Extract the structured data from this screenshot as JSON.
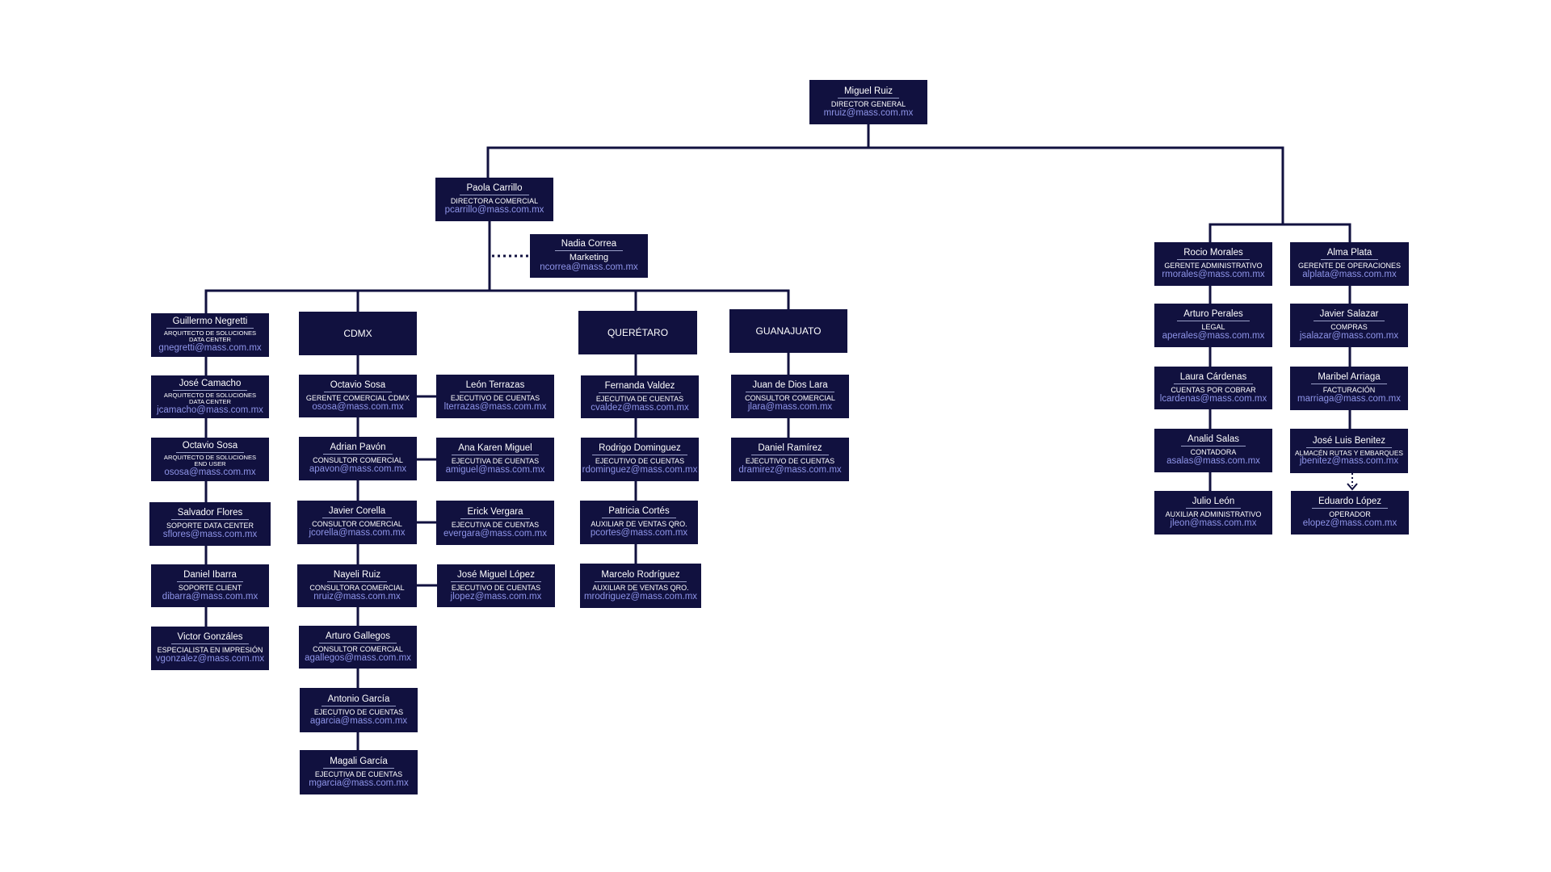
{
  "colors": {
    "box": "#11113f",
    "text": "#ffffff",
    "email": "#8e94e8",
    "line": "#11113f"
  },
  "nodes": [
    {
      "id": "root",
      "name": "Miguel Ruiz",
      "role": "DIRECTOR GENERAL",
      "email": "mruiz@mass.com.mx"
    },
    {
      "id": "carrillo",
      "name": "Paola Carrillo",
      "role": "DIRECTORA COMERCIAL",
      "email": "pcarrillo@mass.com.mx"
    },
    {
      "id": "correa",
      "name": "Nadia Correa",
      "role": "Marketing",
      "email": "ncorrea@mass.com.mx"
    },
    {
      "id": "negretti",
      "name": "Guillermo Negretti",
      "role": "ARQUITECTO DE SOLUCIONES DATA CENTER",
      "email": "gnegretti@mass.com.mx"
    },
    {
      "id": "camacho",
      "name": "José Camacho",
      "role": "ARQUITECTO DE SOLUCIONES DATA CENTER",
      "email": "jcamacho@mass.com.mx"
    },
    {
      "id": "ososa_eu",
      "name": "Octavio Sosa",
      "role": "ARQUITECTO DE SOLUCIONES END USER",
      "email": "ososa@mass.com.mx"
    },
    {
      "id": "flores",
      "name": "Salvador Flores",
      "role": "SOPORTE DATA CENTER",
      "email": "sflores@mass.com.mx"
    },
    {
      "id": "ibarra",
      "name": "Daniel Ibarra",
      "role": "SOPORTE CLIENT",
      "email": "dibarra@mass.com.mx"
    },
    {
      "id": "gonzales",
      "name": "Victor Gonzáles",
      "role": "ESPECIALISTA EN IMPRESIÓN",
      "email": "vgonzalez@mass.com.mx"
    },
    {
      "id": "cdmx",
      "group": "CDMX"
    },
    {
      "id": "ososa",
      "name": "Octavio Sosa",
      "role": "GERENTE COMERCIAL CDMX",
      "email": "ososa@mass.com.mx"
    },
    {
      "id": "pavon",
      "name": "Adrian Pavón",
      "role": "CONSULTOR COMERCIAL",
      "email": "apavon@mass.com.mx"
    },
    {
      "id": "corella",
      "name": "Javier Corella",
      "role": "CONSULTOR COMERCIAL",
      "email": "jcorella@mass.com.mx"
    },
    {
      "id": "nruiz",
      "name": "Nayeli Ruiz",
      "role": "CONSULTORA COMERCIAL",
      "email": "nruiz@mass.com.mx"
    },
    {
      "id": "gallegos",
      "name": "Arturo Gallegos",
      "role": "CONSULTOR COMERCIAL",
      "email": "agallegos@mass.com.mx"
    },
    {
      "id": "agarcia",
      "name": "Antonio García",
      "role": "EJECUTIVO DE CUENTAS",
      "email": "agarcia@mass.com.mx"
    },
    {
      "id": "mgarcia",
      "name": "Magali García",
      "role": "EJECUTIVA DE CUENTAS",
      "email": "mgarcia@mass.com.mx"
    },
    {
      "id": "terrazas",
      "name": "León Terrazas",
      "role": "EJECUTIVO DE CUENTAS",
      "email": "lterrazas@mass.com.mx"
    },
    {
      "id": "amiguel",
      "name": "Ana Karen Miguel",
      "role": "EJECUTIVA DE CUENTAS",
      "email": "amiguel@mass.com.mx"
    },
    {
      "id": "vergara",
      "name": "Erick Vergara",
      "role": "EJECUTIVA DE CUENTAS",
      "email": "evergara@mass.com.mx"
    },
    {
      "id": "jlopez",
      "name": "José Miguel López",
      "role": "EJECUTIVO DE CUENTAS",
      "email": "jlopez@mass.com.mx"
    },
    {
      "id": "queretaro",
      "group": "QUERÉTARO"
    },
    {
      "id": "valdez",
      "name": "Fernanda Valdez",
      "role": "EJECUTIVA DE CUENTAS",
      "email": "cvaldez@mass.com.mx"
    },
    {
      "id": "dominguez",
      "name": "Rodrigo Dominguez",
      "role": "EJECUTIVO DE CUENTAS",
      "email": "rdominguez@mass.com.mx"
    },
    {
      "id": "cortes",
      "name": "Patricia Cortés",
      "role": "AUXILIAR DE VENTAS QRO.",
      "email": "pcortes@mass.com.mx"
    },
    {
      "id": "rodriguez",
      "name": "Marcelo Rodríguez",
      "role": "AUXILIAR DE VENTAS QRO.",
      "email": "mrodriguez@mass.com.mx"
    },
    {
      "id": "guanajuato",
      "group": "GUANAJUATO"
    },
    {
      "id": "lara",
      "name": "Juan de Dios Lara",
      "role": "CONSULTOR COMERCIAL",
      "email": "jlara@mass.com.mx"
    },
    {
      "id": "ramirez",
      "name": "Daniel Ramírez",
      "role": "EJECUTIVO DE CUENTAS",
      "email": "dramirez@mass.com.mx"
    },
    {
      "id": "morales",
      "name": "Rocio Morales",
      "role": "GERENTE ADMINISTRATIVO",
      "email": "rmorales@mass.com.mx"
    },
    {
      "id": "perales",
      "name": "Arturo Perales",
      "role": "LEGAL",
      "email": "aperales@mass.com.mx"
    },
    {
      "id": "cardenas",
      "name": "Laura Cárdenas",
      "role": "CUENTAS POR COBRAR",
      "email": "lcardenas@mass.com.mx"
    },
    {
      "id": "salas",
      "name": "Analid Salas",
      "role": "CONTADORA",
      "email": "asalas@mass.com.mx"
    },
    {
      "id": "leon",
      "name": "Julio León",
      "role": "AUXILIAR ADMINISTRATIVO",
      "email": "jleon@mass.com.mx"
    },
    {
      "id": "plata",
      "name": "Alma Plata",
      "role": "GERENTE DE OPERACIONES",
      "email": "alplata@mass.com.mx"
    },
    {
      "id": "salazar",
      "name": "Javier Salazar",
      "role": "COMPRAS",
      "email": "jsalazar@mass.com.mx"
    },
    {
      "id": "arriaga",
      "name": "Maribel Arriaga",
      "role": "FACTURACIÓN",
      "email": "marriaga@mass.com.mx"
    },
    {
      "id": "benitez",
      "name": "José Luis Benitez",
      "role": "ALMACÉN RUTAS Y EMBARQUES",
      "email": "jbenitez@mass.com.mx"
    },
    {
      "id": "elopez",
      "name": "Eduardo López",
      "role": "OPERADOR",
      "email": "elopez@mass.com.mx"
    }
  ]
}
